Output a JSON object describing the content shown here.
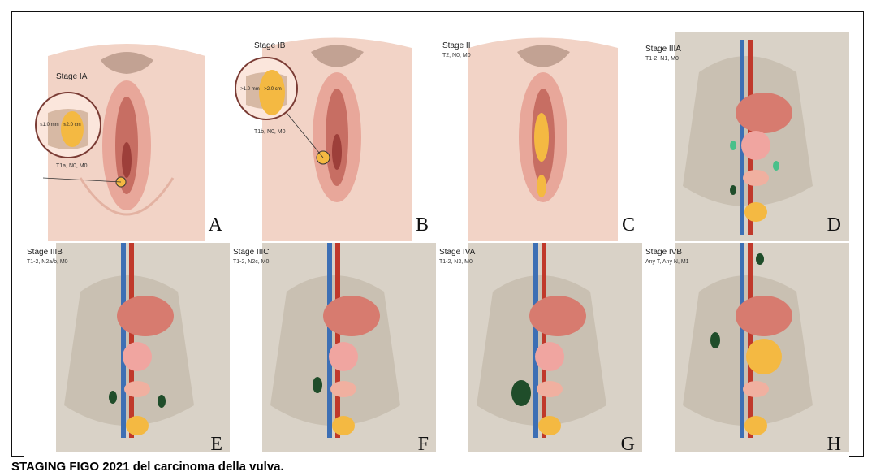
{
  "caption": "STAGING FIGO 2021 del carcinoma della vulva.",
  "panels": [
    {
      "letter": "A",
      "stage": "Stage IA",
      "tnm": "T1a, N0, M0",
      "inset_depth": "≤1.0 mm",
      "inset_size": "≤2.0 cm",
      "type": "vulva"
    },
    {
      "letter": "B",
      "stage": "Stage IB",
      "tnm": "T1b, N0, M0",
      "inset_depth": ">1.0 mm",
      "inset_size": ">2.0 cm",
      "type": "vulva"
    },
    {
      "letter": "C",
      "stage": "Stage II",
      "tnm": "T2, N0, M0",
      "type": "vulva"
    },
    {
      "letter": "D",
      "stage": "Stage IIIA",
      "tnm": "T1-2, N1, M0",
      "type": "pelvis"
    },
    {
      "letter": "E",
      "stage": "Stage IIIB",
      "tnm": "T1-2, N2a/b, M0",
      "type": "pelvis"
    },
    {
      "letter": "F",
      "stage": "Stage IIIC",
      "tnm": "T1-2, N2c, M0",
      "type": "pelvis"
    },
    {
      "letter": "G",
      "stage": "Stage IVA",
      "tnm": "T1-2, N3, M0",
      "type": "pelvis"
    },
    {
      "letter": "H",
      "stage": "Stage IVB",
      "tnm": "Any T, Any N, M1",
      "type": "pelvis"
    }
  ],
  "colors": {
    "skin": "#f2d3c6",
    "skin_shadow": "#e3b2a2",
    "tumor": "#f4b942",
    "artery": "#c0392b",
    "vein": "#3d6fb4",
    "node": "#49c08a",
    "bone": "#d9d2c7",
    "bladder": "#f0a5a0",
    "metastasis": "#1f4d2a"
  }
}
